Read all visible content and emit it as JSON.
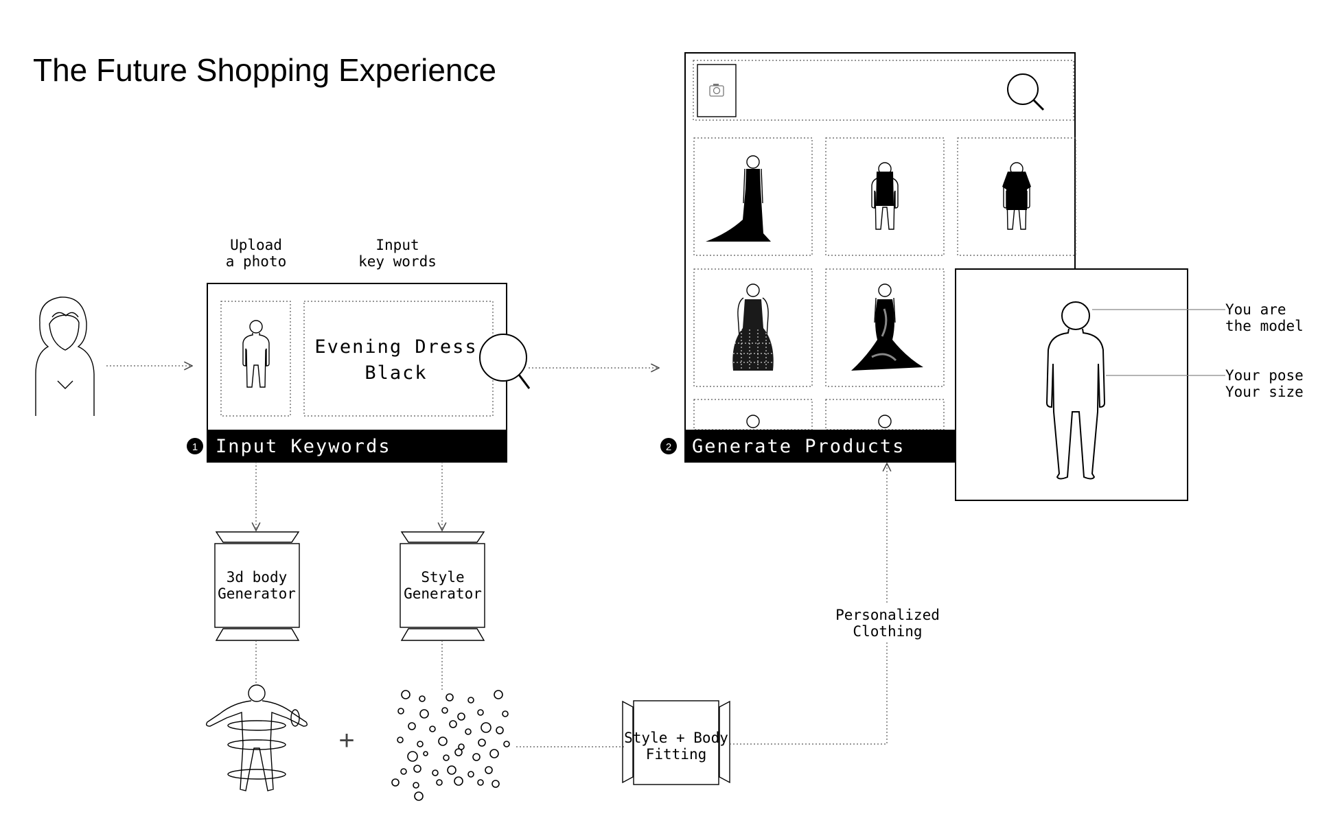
{
  "title": "The Future Shopping Experience",
  "input_panel": {
    "upload_label_1": "Upload",
    "upload_label_2": "a photo",
    "keywords_label_1": "Input",
    "keywords_label_2": "key words",
    "keyword_line_1": "Evening Dress",
    "keyword_line_2": "Black",
    "step_number": "1",
    "step_label": "Input Keywords"
  },
  "products_panel": {
    "step_number": "2",
    "step_label": "Generate Products"
  },
  "model_card": {
    "callout_1_line_1": "You are",
    "callout_1_line_2": "the model",
    "callout_2_line_1": "Your pose",
    "callout_2_line_2": "Your size"
  },
  "pipeline": {
    "body_generator_1": "3d body",
    "body_generator_2": "Generator",
    "style_generator_1": "Style",
    "style_generator_2": "Generator",
    "plus_sign": "+",
    "fitting_1": "Style + Body",
    "fitting_2": "Fitting",
    "output_1": "Personalized",
    "output_2": "Clothing"
  },
  "icons": {
    "user": "user-avatar-icon",
    "camera": "camera-icon",
    "search": "search-icon",
    "magnifier": "magnifier-icon"
  }
}
